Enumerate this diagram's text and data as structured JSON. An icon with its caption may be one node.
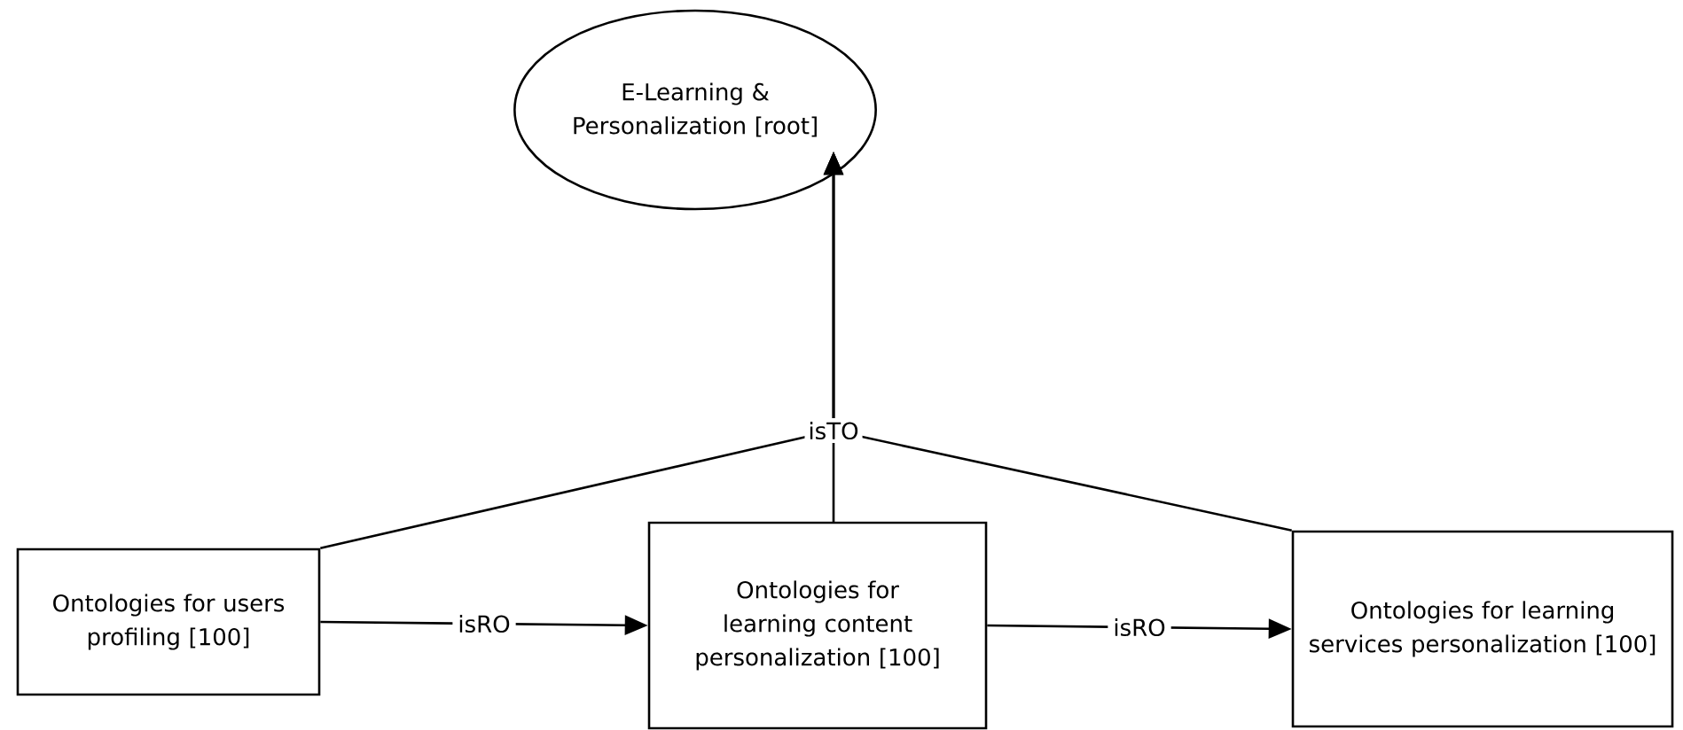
{
  "diagram": {
    "nodes": [
      {
        "text": [
          "E-Learning & Personalization [root]"
        ]
      },
      {
        "text": [
          "Ontologies for users profiling [100]"
        ]
      },
      {
        "text": [
          "Ontologies for learning content personalization [100]"
        ]
      },
      {
        "text": [
          "Ontologies for learning services personalization [100]"
        ]
      }
    ],
    "edges": [
      {
        "from": 1,
        "to": 0,
        "arrow": "to"
      },
      {
        "from": 2,
        "to": 0,
        "arrow": "to",
        "label": "isTO"
      },
      {
        "from": 3,
        "to": 0,
        "arrow": "to"
      },
      {
        "from": 1,
        "to": 2,
        "arrow": "to",
        "label": "isRO"
      },
      {
        "from": 2,
        "to": 3,
        "arrow": "to",
        "label": "isRO"
      }
    ]
  }
}
